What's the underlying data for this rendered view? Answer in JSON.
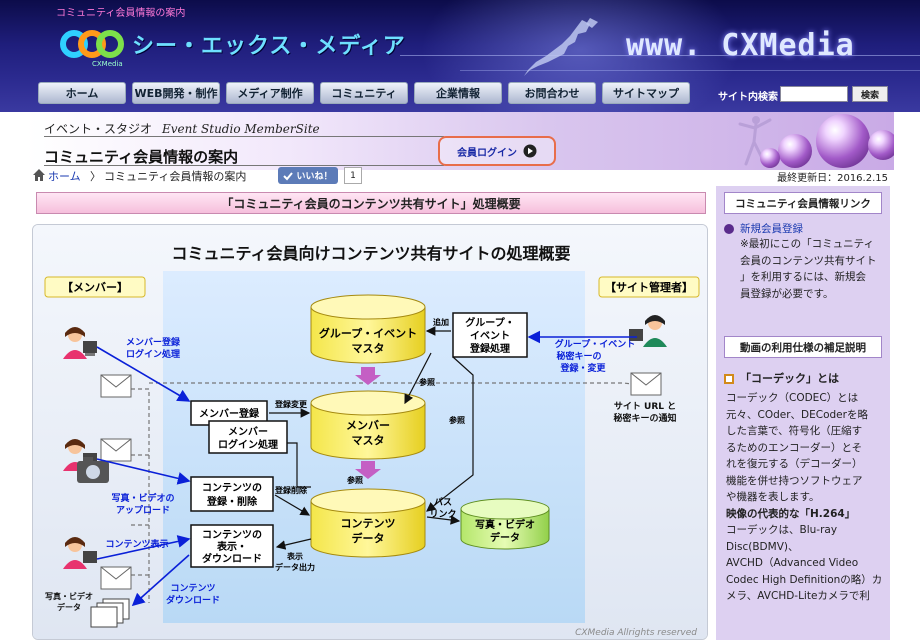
{
  "header": {
    "caption": "コミュニティ会員情報の案内",
    "logo_text": "シー・エックス・メディア",
    "logo_sub": "CXMedia",
    "brand": "www. CXMedia",
    "search_label": "サイト内検索",
    "search_button": "検索",
    "search_value": "",
    "colors": {
      "header_bg": "#1f1e7c",
      "accent": "#6ee0ff",
      "caption": "#ff79d8"
    }
  },
  "nav": [
    "ホーム",
    "WEB開発・制作",
    "メディア制作",
    "コミュニティ",
    "企業情報",
    "お問合わせ",
    "サイトマップ"
  ],
  "band": {
    "studio": "イベント・スタジオ",
    "studio_en": "Event Studio MemberSite",
    "title": "コミュニティ会員情報の案内",
    "login": "会員ログイン"
  },
  "breadcrumb": {
    "home": "ホーム",
    "sep": "〉",
    "current": "コミュニティ会員情報の案内",
    "like": "いいね！",
    "like_count": "1",
    "updated": "最終更新日：2016.2.15"
  },
  "main": {
    "heading": "「コミュニティ会員のコンテンツ共有サイト」処理概要"
  },
  "diagram": {
    "title": "コミュニティ会員向けコンテンツ共有サイトの処理概要",
    "member_label": "【メンバー】",
    "admin_label": "【サイト管理者】",
    "member_reg_note": [
      "メンバー登録",
      "ログイン処理"
    ],
    "photo_upload_note": [
      "写真・ビデオの",
      "アップロード"
    ],
    "content_view_note": "コンテンツ表示",
    "content_dl_note": [
      "コンテンツ",
      "ダウンロード"
    ],
    "photo_data_note": [
      "写真・ビデオ",
      "データ"
    ],
    "admin_note": [
      "グループ・イベント",
      "秘密キーの",
      "登録・変更"
    ],
    "admin_mail_note": [
      "サイト URL と",
      "秘密キーの通知"
    ],
    "boxes": {
      "member_reg": "メンバー登録",
      "member_login": [
        "メンバー",
        "ログイン処理"
      ],
      "content_reg": [
        "コンテンツの",
        "登録・削除"
      ],
      "content_view": [
        "コンテンツの",
        "表示・",
        "ダウンロード"
      ],
      "group_reg": [
        "グループ・",
        "イベント",
        "登録処理"
      ]
    },
    "cylinders": {
      "group_master": [
        "グループ・イベント",
        "マスタ"
      ],
      "member_master": [
        "メンバー",
        "マスタ"
      ],
      "content_data": [
        "コンテンツ",
        "データ"
      ],
      "photo_data": [
        "写真・ビデオ",
        "データ"
      ]
    },
    "labels": {
      "add": "追加",
      "reg_change": "登録変更",
      "ref1": "参照",
      "ref2": "参照",
      "ref3": "参照",
      "reg_delete": "登録削除",
      "display_output": [
        "表示",
        "データ出力"
      ],
      "path_link": [
        "パス",
        "リンク"
      ]
    },
    "copyright": "CXMedia Allrights reserved"
  },
  "sidebar": {
    "links_head": "コミュニティ会員情報リンク",
    "new_member": "新規会員登録",
    "note": [
      "※最初にこの「コミュニティ",
      "会員のコンテンツ共有サイト",
      "」を利用するには、新規会",
      "員登録が必要です。"
    ],
    "spec_head": "動画の利用仕様の補足説明",
    "codec_head": "「コーデック」とは",
    "codec": [
      "コーデック（CODEC）とは",
      "元々、COder、DECoderを略",
      "した言葉で、符号化（圧縮す",
      "るためのエンコーダー）とそ",
      "れを復元する（デコーダー）",
      "機能を併せ持つソフトウェア",
      "や機器を表します。",
      "映像の代表的な「H.264」",
      "コーデックは、Blu-ray",
      "Disc(BDMV)、",
      "AVCHD（Advanced Video",
      "Codec High Definitionの略）カ",
      "メラ、AVCHD-Liteカメラで利"
    ]
  }
}
